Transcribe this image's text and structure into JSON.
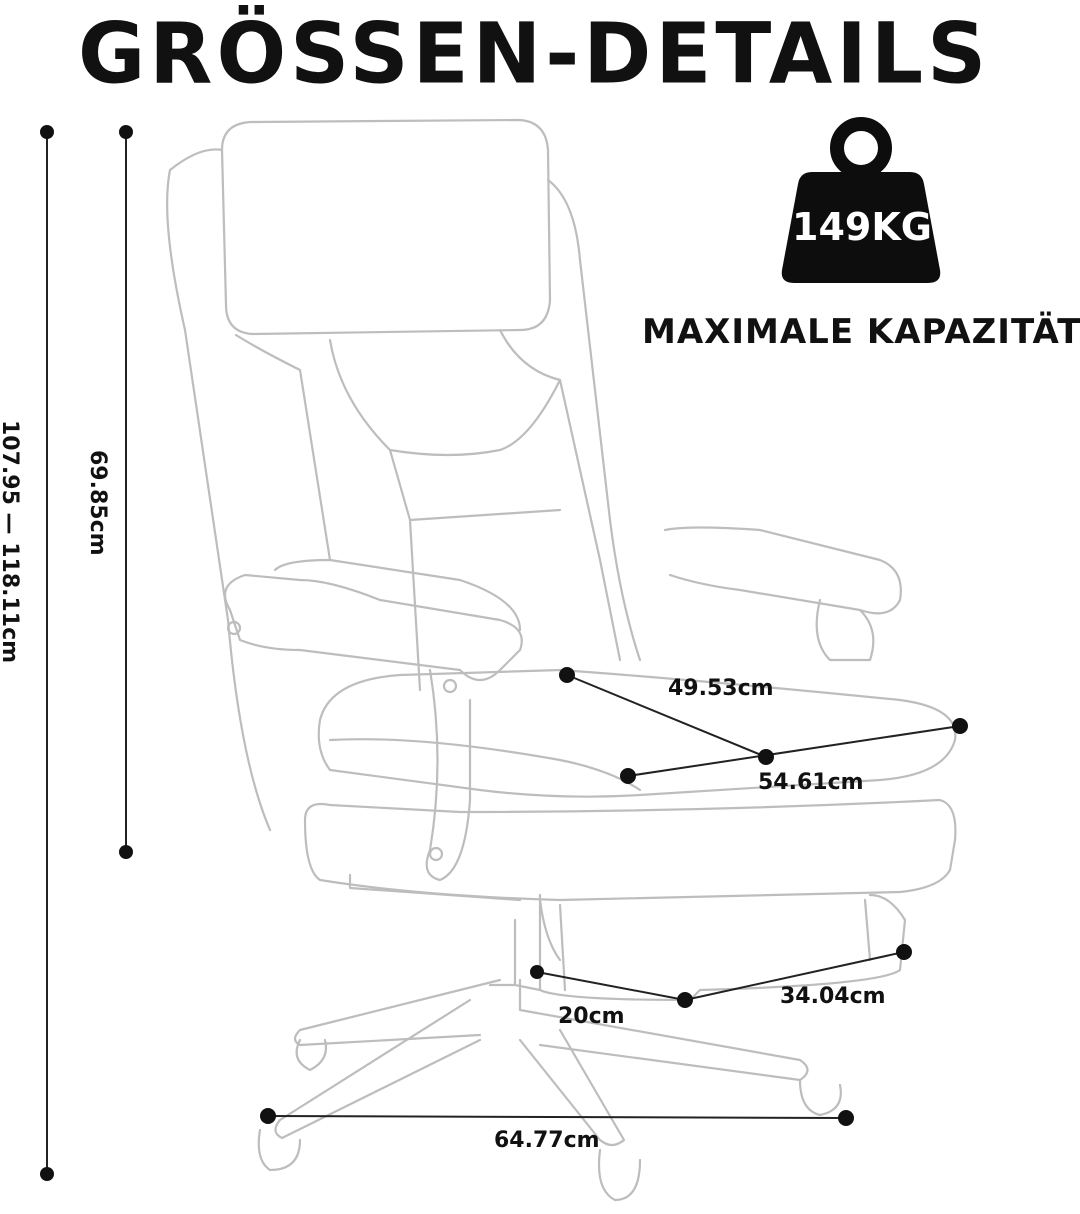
{
  "title": "GRÖSSEN-DETAILS",
  "capacity": {
    "value": "149KG",
    "label": "MAXIMALE KAPAZITÄT",
    "icon": "weight-icon"
  },
  "dimensions": {
    "total_height": "107.95 — 118.11cm",
    "backrest_height": "69.85cm",
    "seat_depth": "49.53cm",
    "seat_width": "54.61cm",
    "footrest_length": "34.04cm",
    "footrest_offset": "20cm",
    "base_width": "64.77cm"
  },
  "colors": {
    "outline": "#b8b8b8",
    "measure": "#111111",
    "badge": "#0d0d0d"
  }
}
